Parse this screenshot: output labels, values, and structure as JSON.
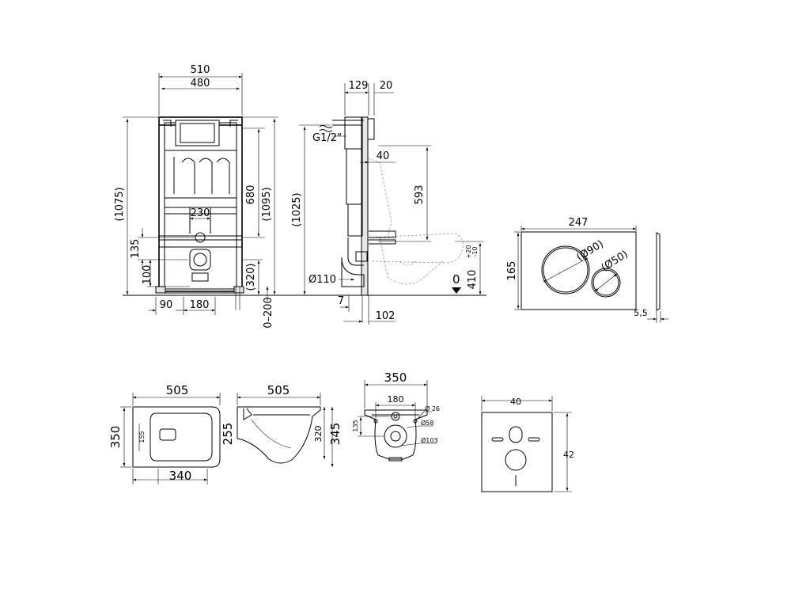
{
  "frame_front": {
    "dim_width_outer": "510",
    "dim_width_inner": "480",
    "dim_height_total": "(1075)",
    "dim_height_frame": "680",
    "dim_height_max": "(1095)",
    "dim_pipe_spacing": "230",
    "dim_135": "135",
    "dim_100": "100",
    "dim_320": "(320)",
    "dim_foot_90": "90",
    "dim_foot_180": "180",
    "dim_foot_adjust": "0–200"
  },
  "frame_side": {
    "dim_129": "129",
    "dim_20": "20",
    "supply_label": "G1/2\"",
    "dim_40": "40",
    "dim_593": "593",
    "dim_1025": "(1025)",
    "dim_drain": "Ø110",
    "dim_floor": "0",
    "dim_410": "410",
    "dim_410_tol_plus": "+20",
    "dim_410_tol_minus": "-10",
    "dim_7": "7",
    "dim_102": "102"
  },
  "flush_plate": {
    "dim_width": "247",
    "dim_height": "165",
    "dim_big_button": "(Ø90)",
    "dim_small_button": "(Ø50)",
    "dim_thickness": "5,5"
  },
  "bowl_top": {
    "dim_length": "505",
    "dim_width": "350",
    "dim_inner": "155",
    "dim_base": "340"
  },
  "bowl_side": {
    "dim_length": "505",
    "dim_height_back": "255",
    "dim_height_320": "320",
    "dim_height_345": "345"
  },
  "bowl_back": {
    "dim_width": "350",
    "dim_bolt_spacing": "180",
    "dim_135": "135",
    "dim_hole_26": "Ø 26",
    "dim_hole_58": "Ø58",
    "dim_hole_103": "Ø103"
  },
  "soundproof_pad": {
    "dim_width": "40",
    "dim_height": "42"
  }
}
